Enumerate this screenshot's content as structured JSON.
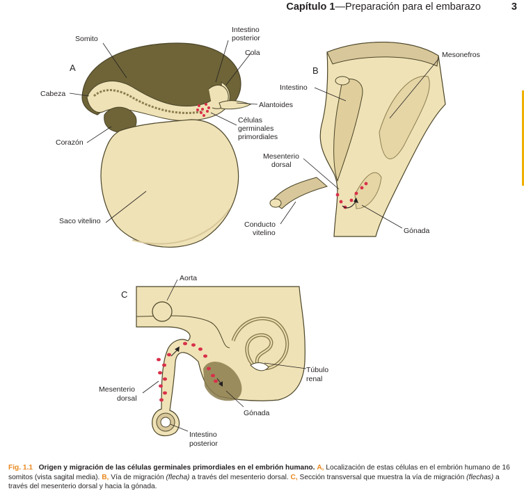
{
  "header": {
    "chapter_label": "Capítulo 1",
    "chapter_title": "—Preparación para el embarazo",
    "page_number": "3"
  },
  "figure": {
    "panel_a": {
      "letter": "A",
      "labels": {
        "somito": "Somito",
        "intestino_posterior_1": "Intestino",
        "intestino_posterior_2": "posterior",
        "cola": "Cola",
        "cabeza": "Cabeza",
        "alantoides": "Alantoides",
        "celulas_1": "Células",
        "celulas_2": "germinales",
        "celulas_3": "primordiales",
        "corazon": "Corazón",
        "saco": "Saco vitelino"
      }
    },
    "panel_b": {
      "letter": "B",
      "labels": {
        "mesonefros": "Mesonefros",
        "intestino": "Intestino",
        "mesenterio_1": "Mesenterio",
        "mesenterio_2": "dorsal",
        "conducto_1": "Conducto",
        "conducto_2": "vitelino",
        "gonada": "Gónada"
      }
    },
    "panel_c": {
      "letter": "C",
      "labels": {
        "aorta": "Aorta",
        "tubulo_1": "Túbulo",
        "tubulo_2": "renal",
        "mesenterio_1": "Mesenterio",
        "mesenterio_2": "dorsal",
        "gonada": "Gónada",
        "intestino_1": "Intestino",
        "intestino_2": "posterior"
      }
    },
    "caption": {
      "label": "Fig. 1.1",
      "title": "Origen y migración de las células germinales primordiales en el embrión humano.",
      "a_key": "A,",
      "a_text": "Localización de estas células en el embrión humano de 16 somitos (vista sagital media).",
      "b_key": "B,",
      "b_text_1": "Vía de migración",
      "b_italic": "(flecha)",
      "b_text_2": "a través del mesenterio dorsal.",
      "c_key": "C,",
      "c_text_1": "Sección transversal que muestra la vía de migración",
      "c_italic": "(flechas)",
      "c_text_2": "a través del mesenterio dorsal y hacia la gónada."
    }
  }
}
